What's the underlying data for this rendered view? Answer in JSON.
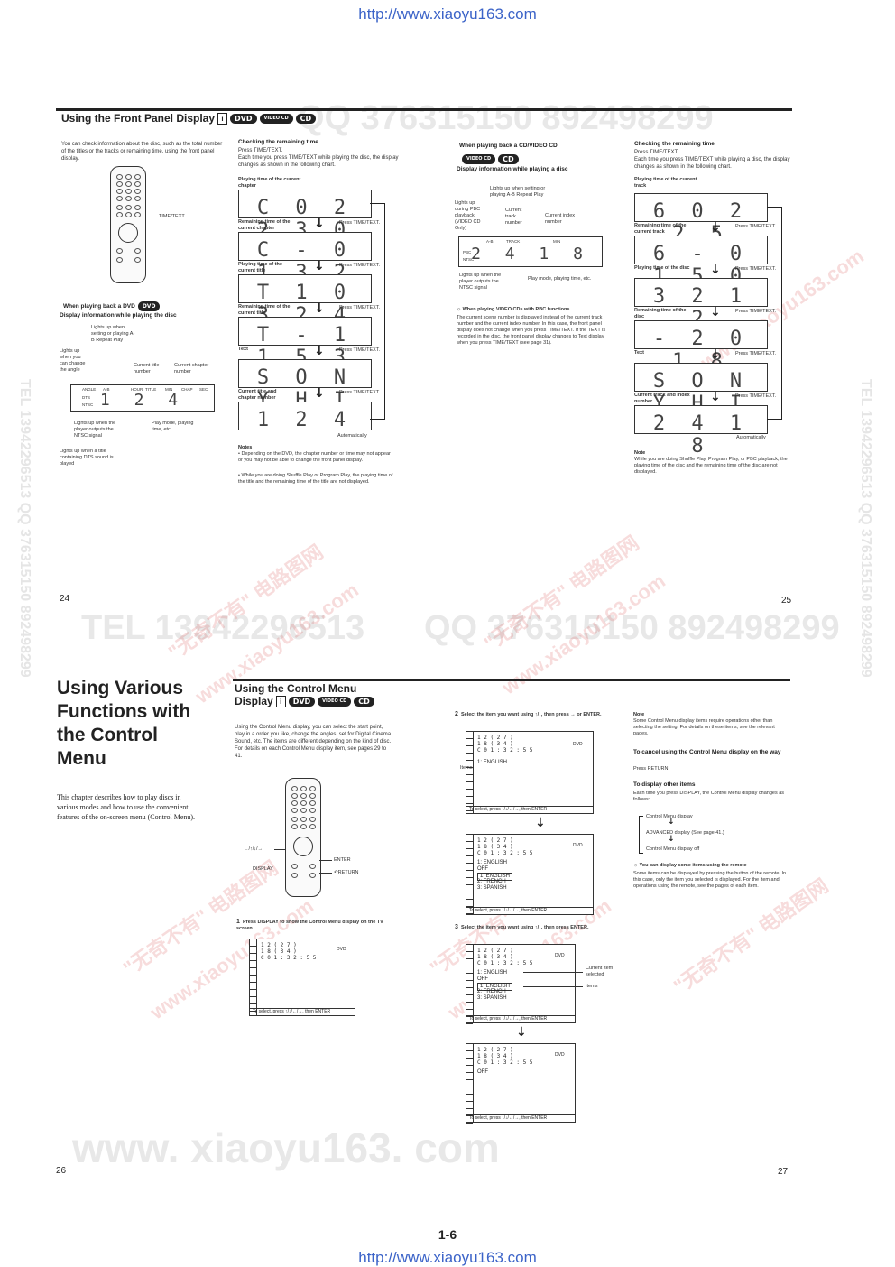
{
  "header_url": "http://www.xiaoyu163.com",
  "footer_url": "http://www.xiaoyu163.com",
  "sheet_number": "1-6",
  "watermarks": {
    "top": "QQ 376315150  892498299",
    "mid_left": "TEL 13942296513",
    "mid_right": "QQ 376315150  892498299",
    "bottom": "www. xiaoyu163. com",
    "vertical_left": "TEL 13942296513  QQ 376315150  892498299",
    "vertical_right": "TEL 13942296513  QQ 376315150  892498299",
    "diag_cn": "\"无奇不有\" 电路图网",
    "diag_url": "www.xiaoyu163.com"
  },
  "p24": {
    "title": "Using the Front Panel Display",
    "badges": [
      "DVD",
      "VIDEO CD",
      "CD"
    ],
    "intro": "You can check information about the disc, such as the total number of the titles or the tracks or remaining time, using the front panel display.",
    "remote_label": "TIME/TEXT",
    "dvd_heading": "When playing back a DVD",
    "dvd_subheading": "Display information while playing the disc",
    "labels": {
      "ab": "Lights up when setting or playing A-B Repeat Play",
      "angle": "Lights up when you can change the angle",
      "title": "Current title number",
      "chapter": "Current chapter number",
      "ntsc": "Lights up when the player outputs the NTSC signal",
      "mode": "Play mode, playing time, etc.",
      "dts": "Lights up when a title containing DTS sound is played"
    },
    "panel_tags": [
      "ANGLE",
      "A-B",
      "HOUR",
      "TITLE",
      "MIN",
      "CHAP",
      "SEC",
      "DTS",
      "NTSC"
    ],
    "panel_digits": "1 2 4"
  },
  "p24_right": {
    "heading": "Checking the remaining time",
    "line1": "Press TIME/TEXT.",
    "line2": "Each time you press TIME/TEXT while playing the disc, the display changes as shown in the following chart.",
    "first_label": "Playing time of the current chapter",
    "steps": [
      {
        "digits": "C 0 2 2 3 0",
        "label": "Remaining time of the current chapter"
      },
      {
        "digits": "C - 0 1 3 2 0",
        "label": "Playing time of the current title"
      },
      {
        "digits": "T 1 0 3 2 4",
        "label": "Remaining time of the current title"
      },
      {
        "digits": "T - 1 1 5 3 6",
        "label": "Text"
      },
      {
        "digits": "S O N Y  H I",
        "label": "Current title and chapter number"
      },
      {
        "digits": "1 2 4",
        "label": ""
      }
    ],
    "press": "Press TIME/TEXT.",
    "auto": "Automatically",
    "notes_title": "Notes",
    "notes": [
      "• Depending on the DVD, the chapter number or time may not appear or you may not be able to change the front panel display.",
      "• While you are doing Shuffle Play or Program Play, the playing time of the title and the remaining time of the title are not displayed."
    ]
  },
  "p25": {
    "heading": "When playing back a CD/VIDEO CD",
    "badges": [
      "VIDEO CD",
      "CD"
    ],
    "subheading": "Display information while playing a disc",
    "labels": {
      "ab": "Lights up when setting or playing A-B Repeat Play",
      "pbc": "Lights up during PBC playback (VIDEO CD Only)",
      "track": "Current track number",
      "index": "Current index number",
      "ntsc": "Lights up when the player outputs the NTSC signal",
      "mode": "Play mode, playing time, etc."
    },
    "panel_digits": "2 4  1 8",
    "tip_title": "When playing VIDEO CDs with PBC functions",
    "tip": "The current scene number is displayed instead of the current track number and the current index number. In this case, the front panel display does not change when you press TIME/TEXT. If the TEXT is recorded in the disc, the front panel display changes to Text display when you press TIME/TEXT (see page 31)."
  },
  "p25_right": {
    "heading": "Checking the remaining time",
    "line1": "Press TIME/TEXT.",
    "line2": "Each time you press TIME/TEXT while playing a disc, the display changes as shown in the following chart.",
    "first_label": "Playing time of the current track",
    "steps": [
      {
        "digits": "6  0 2 2 5",
        "label": "Remaining time of the current track"
      },
      {
        "digits": "6 - 0 1 5 0",
        "label": "Playing time of the disc"
      },
      {
        "digits": "3 2 1 2",
        "label": "Remaining time of the disc"
      },
      {
        "digits": "- 2 0 1 8",
        "label": "Text"
      },
      {
        "digits": "S O N Y  H I",
        "label": "Current track and index number"
      },
      {
        "digits": "2 4  1 8",
        "label": ""
      }
    ],
    "press": "Press TIME/TEXT.",
    "auto": "Automatically",
    "note_title": "Note",
    "note": "While you are doing Shuffle Play, Program Play, or PBC playback, the playing time of the disc and the remaining time of the disc are not displayed."
  },
  "page_numbers": {
    "p24": "24",
    "p25": "25",
    "p26": "26",
    "p27": "27"
  },
  "p26": {
    "chapter_title_lines": [
      "Using Various",
      "Functions with",
      "the Control",
      "Menu"
    ],
    "chapter_desc": "This chapter describes how to play discs in various modes and how to use the convenient features of the on-screen menu (Control Menu).",
    "section_title_l1": "Using the Control Menu",
    "section_title_l2": "Display",
    "badges": [
      "DVD",
      "VIDEO CD",
      "CD"
    ],
    "intro": "Using the Control Menu display, you can select the start point, play in a order you like, change the angles, set for Digital Cinema Sound, etc. The items are different depending on the kind of disc. For details on each Control Menu display item, see pages 29 to 41.",
    "remote_labels": {
      "arrows": "←/↑/↓/→",
      "display": "DISPLAY",
      "enter": "ENTER",
      "return": "RETURN"
    },
    "step1": "Press DISPLAY to show the Control Menu display on the TV screen."
  },
  "osd": {
    "line1": "1 2 ( 2 7 )",
    "line2": "1 8 ( 3 4 )",
    "line3": "C  0 1 : 3 2 : 5 5",
    "disc": "DVD",
    "footer": "To select, press ↑/↓/←/→, then ENTER"
  },
  "p27": {
    "step2": "Select the item you want using ↑/↓, then press → or ENTER.",
    "items_label": "Items",
    "osd2_item": "1: ENGLISH",
    "osd3_items": [
      "1: ENGLISH",
      "OFF",
      "1: ENGLISH",
      "2: FRENCH",
      "3: SPANISH"
    ],
    "step3": "Select the item you want using ↑/↓, then press ENTER.",
    "current_item": "Current item selected",
    "items_label2": "Items",
    "osd4_items": [
      "1: ENGLISH",
      "OFF",
      "1: ENGLISH",
      "2: FRENCH",
      "3: SPANISH"
    ],
    "osd5_item": "OFF",
    "note_title": "Note",
    "note": "Some Control Menu display items require operations other than selecting the setting. For details on these items, see the relevant pages.",
    "cancel_title": "To cancel using the Control Menu display on the way",
    "cancel_text": "Press RETURN.",
    "other_title": "To display other items",
    "other_text": "Each time you press DISPLAY, the Control Menu display changes as follows:",
    "cycle": [
      "Control Menu display",
      "ADVANCED display (See page 41.)",
      "Control Menu display off"
    ],
    "tip_title": "You can display some items using the remote",
    "tip": "Some items can be displayed by pressing the button of the remote. In this case, only the item you selected is displayed. For the item and operations using the remote, see the pages of each item."
  }
}
